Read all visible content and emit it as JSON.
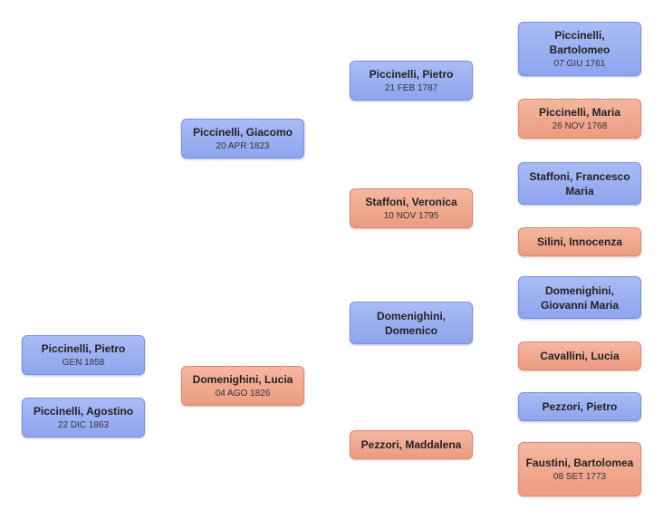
{
  "people": {
    "self1": {
      "name": "Piccinelli, Pietro",
      "date": "GEN 1858"
    },
    "self2": {
      "name": "Piccinelli, Agostino",
      "date": "22 DIC 1863"
    },
    "father": {
      "name": "Piccinelli, Giacomo",
      "date": "20 APR 1823"
    },
    "mother": {
      "name": "Domenighini, Lucia",
      "date": "04 AGO 1826"
    },
    "pat_grandfather": {
      "name": "Piccinelli, Pietro",
      "date": "21 FEB 1787"
    },
    "pat_grandmother": {
      "name": "Staffoni, Veronica",
      "date": "10 NOV 1795"
    },
    "mat_grandfather": {
      "name": "Domenighini, Domenico"
    },
    "mat_grandmother": {
      "name": "Pezzori, Maddalena"
    },
    "gg1": {
      "name": "Piccinelli, Bartolomeo",
      "date": "07 GIU 1761"
    },
    "gg2": {
      "name": "Piccinelli, Maria",
      "date": "26 NOV 1768"
    },
    "gg3": {
      "name": "Staffoni, Francesco Maria"
    },
    "gg4": {
      "name": "Silini, Innocenza"
    },
    "gg5": {
      "name": "Domenighini, Giovanni Maria"
    },
    "gg6": {
      "name": "Cavallini, Lucia"
    },
    "gg7": {
      "name": "Pezzori, Pietro"
    },
    "gg8": {
      "name": "Faustini, Bartolomea",
      "date": "08 SET 1773"
    }
  },
  "colors": {
    "male": "#8ea4ef",
    "female": "#ec9b80"
  }
}
